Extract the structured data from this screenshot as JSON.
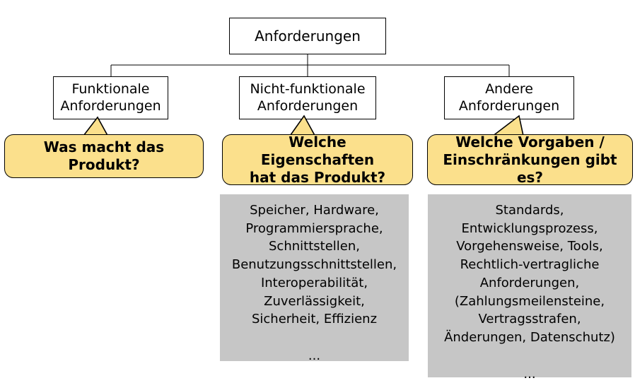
{
  "diagram": {
    "title": "Anforderungen",
    "root": {
      "label": "Anforderungen"
    },
    "branches": [
      {
        "key": "functional",
        "node_label": "Funktionale\nAnforderungen",
        "callout_text": "Was macht das Produkt?",
        "details": null
      },
      {
        "key": "nonfunctional",
        "node_label": "Nicht-funktionale\nAnforderungen",
        "callout_text": "Welche Eigenschaften\nhat das Produkt?",
        "details": "Speicher, Hardware,\nProgrammiersprache,\nSchnittstellen,\nBenutzungsschnittstellen,\nInteroperabilität,\nZuverlässigkeit,\nSicherheit, Effizienz\n\n..."
      },
      {
        "key": "other",
        "node_label": "Andere\nAnforderungen",
        "callout_text": "Welche Vorgaben /\nEinschränkungen gibt es?",
        "details": "Standards,\nEntwicklungsprozess,\nVorgehensweise, Tools,\nRechtlich-vertragliche\nAnforderungen,\n(Zahlungsmeilensteine,\nVertragsstrafen,\nÄnderungen, Datenschutz)\n\n..."
      }
    ],
    "colors": {
      "callout_fill": "#FBE08C",
      "panel_fill": "#C6C6C6",
      "node_fill": "#FFFFFF",
      "line": "#000000"
    }
  }
}
